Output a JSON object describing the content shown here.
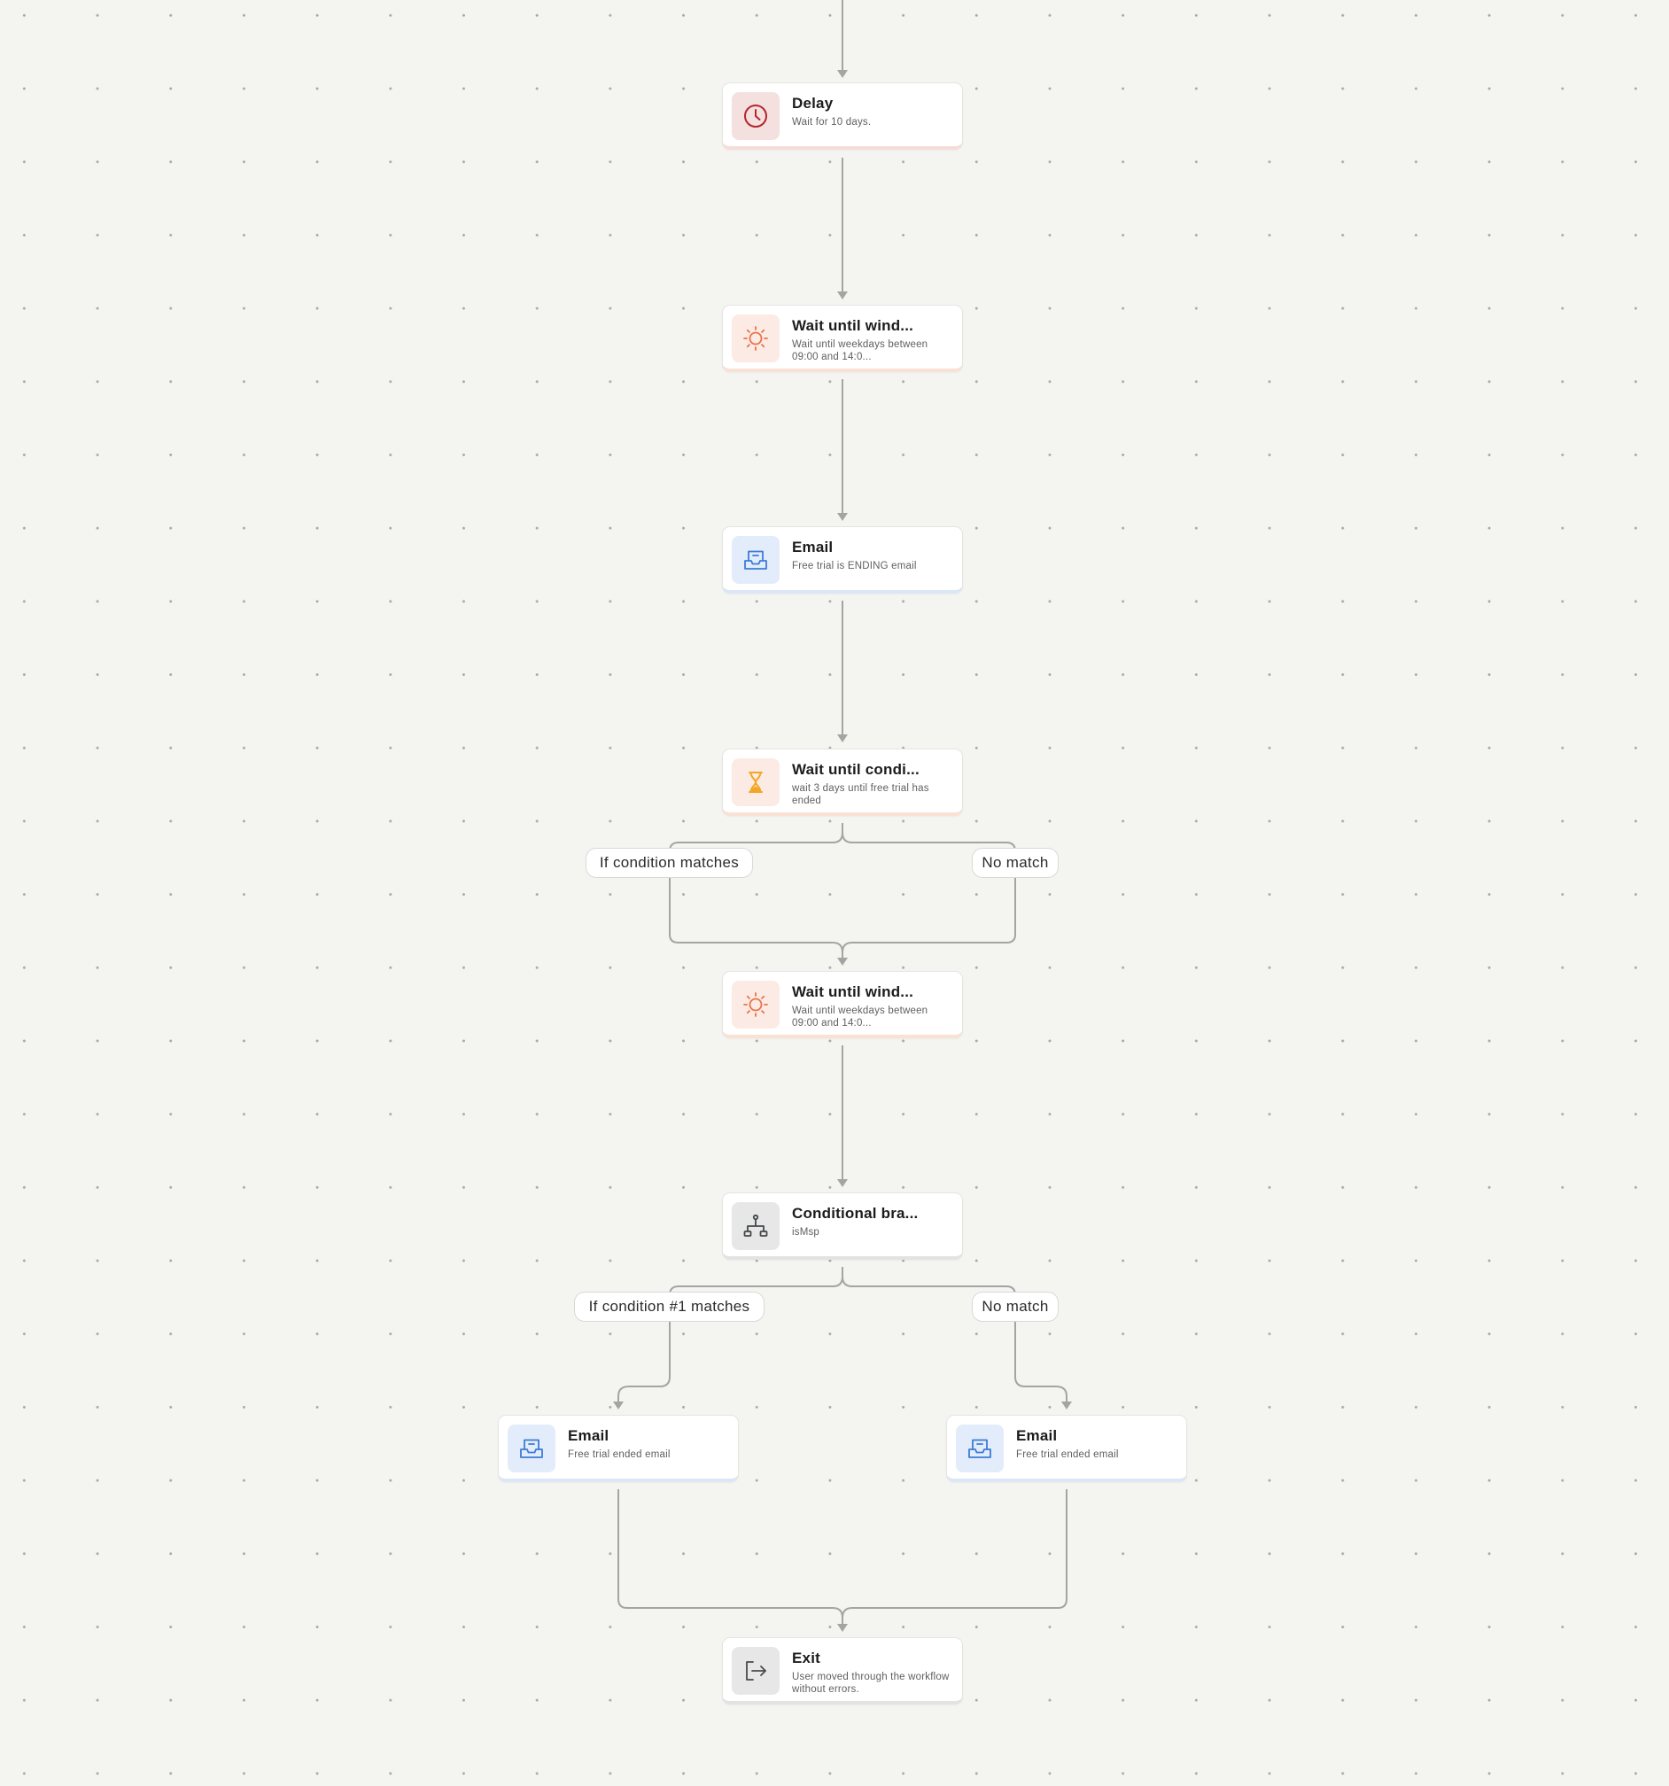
{
  "colors": {
    "canvas_background": "#f4f4f1",
    "canvas_dot": "#a9aaa6",
    "connector": "#a4a4a2",
    "delay_accent": "#b3262e",
    "sun_accent": "#e8734a",
    "hourglass_accent": "#f2a623",
    "email_accent": "#3e7bd6",
    "branch_accent": "#43484c",
    "exit_accent": "#4a4a4a"
  },
  "nodes": {
    "delay": {
      "icon": "clock-icon",
      "title": "Delay",
      "subtitle": "Wait for 10 days."
    },
    "wait_window_1": {
      "icon": "sun-icon",
      "title": "Wait until wind...",
      "subtitle": "Wait until weekdays between 09:00 and 14:0..."
    },
    "email_ending": {
      "icon": "inbox-icon",
      "title": "Email",
      "subtitle": "Free trial is ENDING email"
    },
    "wait_condition": {
      "icon": "hourglass-icon",
      "title": "Wait until condi...",
      "subtitle": "wait 3 days until free trial has ended"
    },
    "wait_window_2": {
      "icon": "sun-icon",
      "title": "Wait until wind...",
      "subtitle": "Wait until weekdays between 09:00 and 14:0..."
    },
    "conditional_branch": {
      "icon": "branch-icon",
      "title": "Conditional bra...",
      "subtitle": "isMsp"
    },
    "email_ended_left": {
      "icon": "inbox-icon",
      "title": "Email",
      "subtitle": "Free trial ended email"
    },
    "email_ended_right": {
      "icon": "inbox-icon",
      "title": "Email",
      "subtitle": "Free trial ended email"
    },
    "exit": {
      "icon": "exit-icon",
      "title": "Exit",
      "subtitle": "User moved through the workflow without errors."
    }
  },
  "branch_labels": {
    "wait_condition_match": "If condition matches",
    "wait_condition_no_match": "No match",
    "conditional_match": "If condition #1 matches",
    "conditional_no_match": "No match"
  }
}
